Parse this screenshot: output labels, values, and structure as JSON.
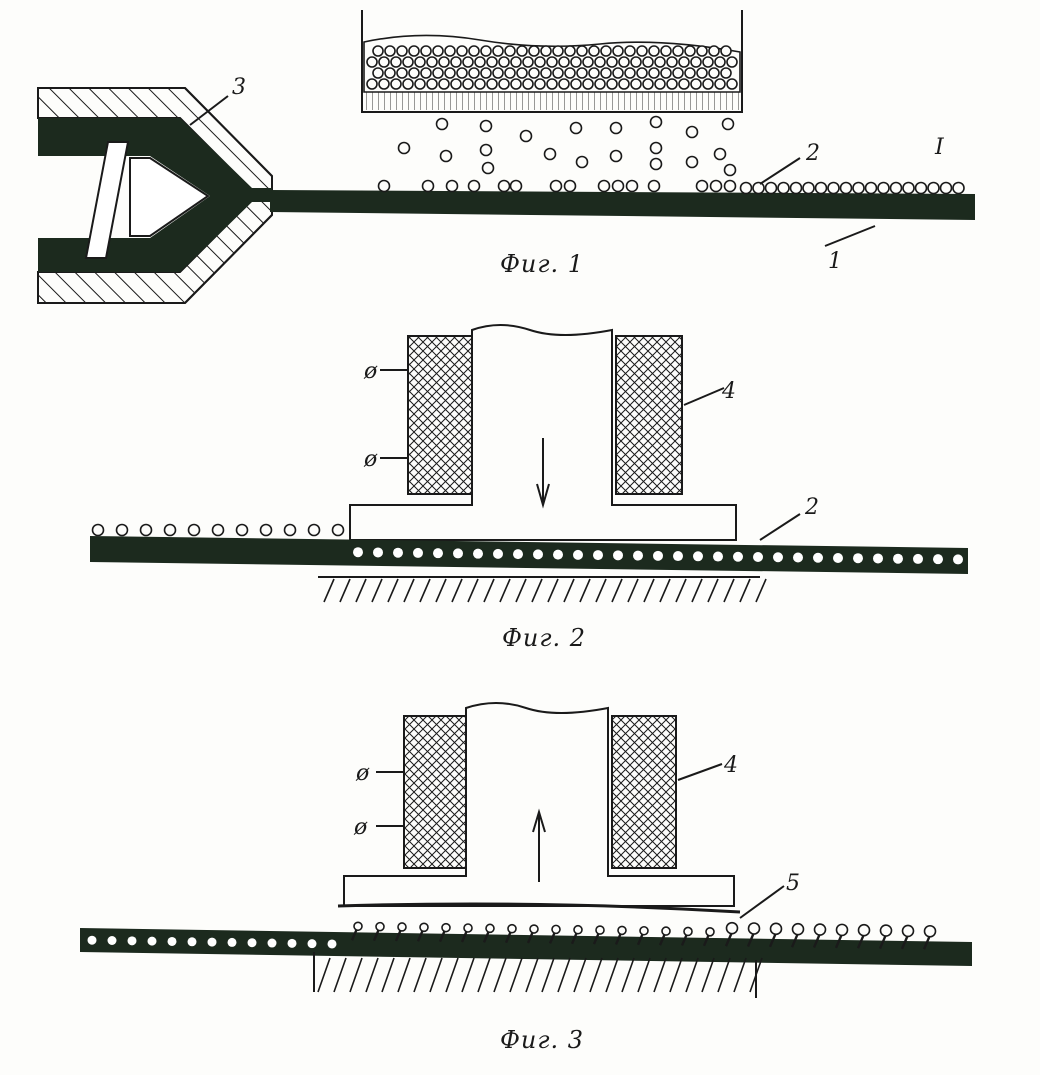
{
  "figures": [
    {
      "caption": "Фиг. 1",
      "labels": {
        "strip": "1",
        "granules": "2",
        "extruder": "3",
        "zone": "I"
      }
    },
    {
      "caption": "Фиг. 2",
      "labels": {
        "die": "4",
        "granules": "2"
      },
      "terminal_symbols": [
        "ø",
        "ø"
      ],
      "arrow_direction": "down"
    },
    {
      "caption": "Фиг. 3",
      "labels": {
        "die": "4",
        "bristles": "5"
      },
      "terminal_symbols": [
        "ø",
        "ø"
      ],
      "arrow_direction": "up"
    }
  ],
  "colors": {
    "ink": "#1a1a1a",
    "strip": "#1c2a1e",
    "paper": "#fdfdfb"
  }
}
